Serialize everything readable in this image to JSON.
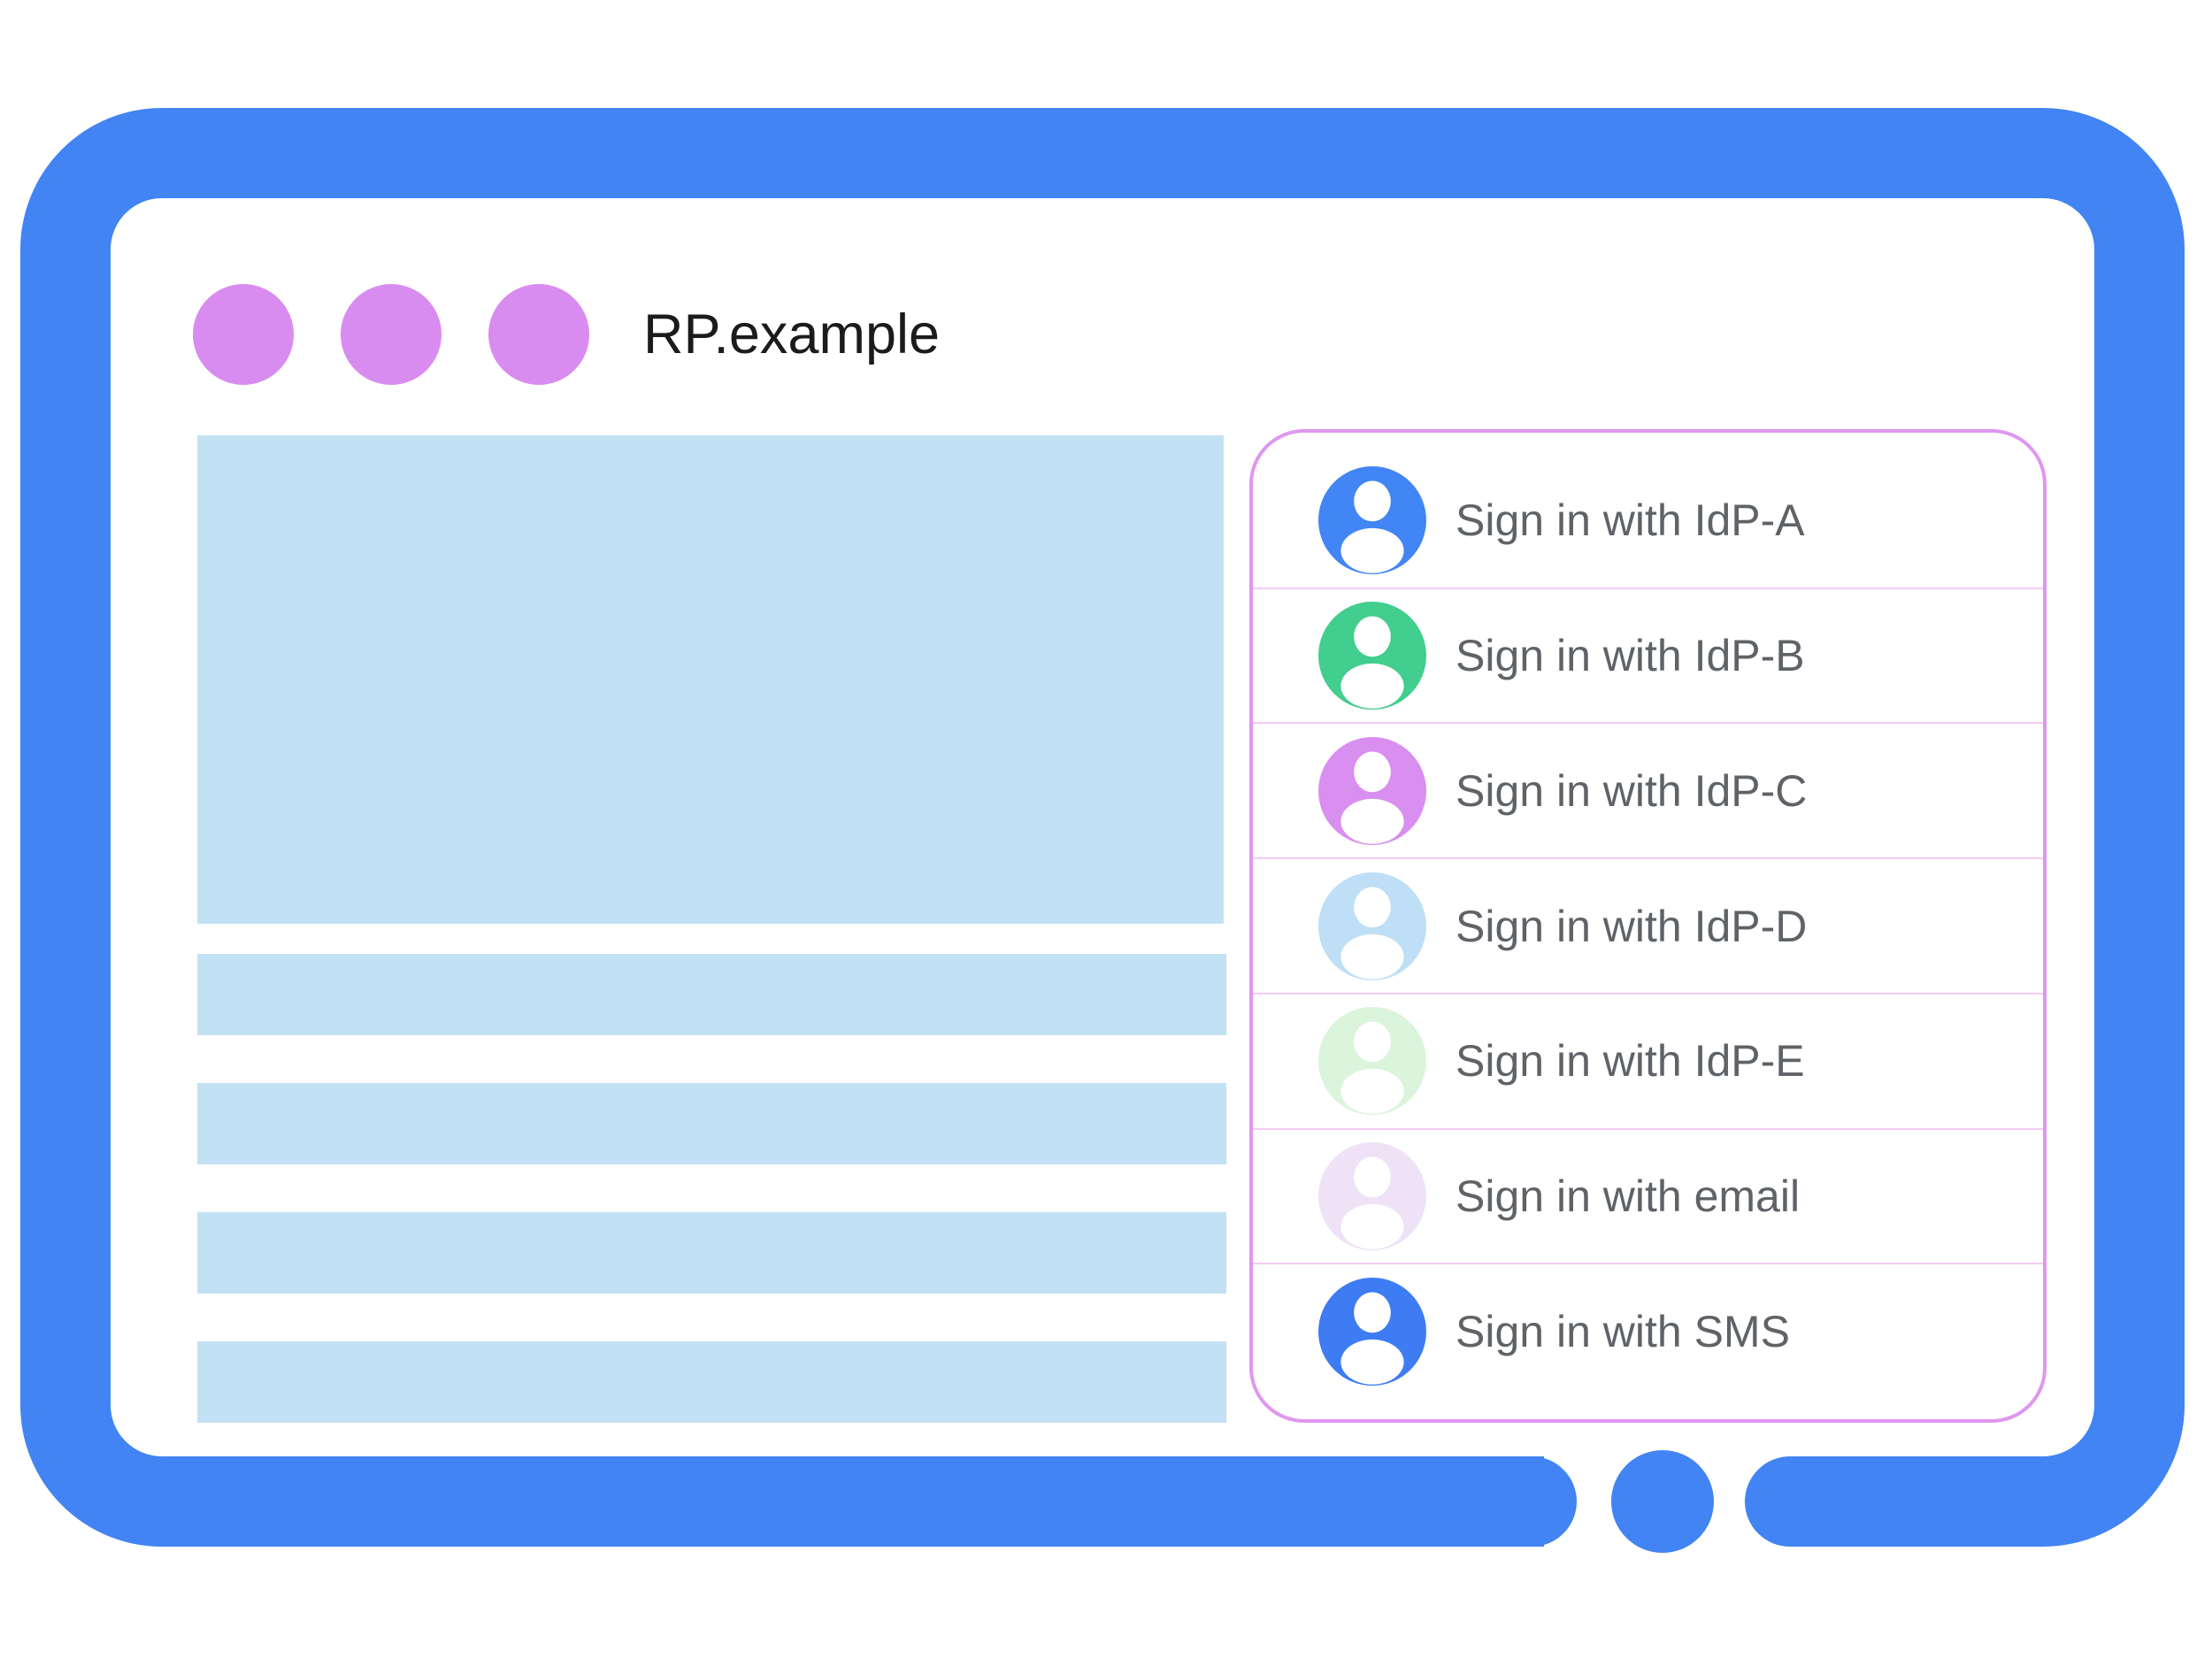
{
  "browser": {
    "title": "RP.example",
    "window_dot_count": 3
  },
  "signin_panel": {
    "items": [
      {
        "id": "idp-a",
        "label": "Sign in with IdP-A",
        "avatar_color": "#4285F4",
        "avatar_icon": "person-icon"
      },
      {
        "id": "idp-b",
        "label": "Sign in with IdP-B",
        "avatar_color": "#41CE8E",
        "avatar_icon": "person-icon"
      },
      {
        "id": "idp-c",
        "label": "Sign in with IdP-C",
        "avatar_color": "#D88FF0",
        "avatar_icon": "person-icon"
      },
      {
        "id": "idp-d",
        "label": "Sign in with IdP-D",
        "avatar_color": "#BEDFF5",
        "avatar_icon": "person-icon"
      },
      {
        "id": "idp-e",
        "label": "Sign in with IdP-E",
        "avatar_color": "#DBF4DC",
        "avatar_icon": "person-icon"
      },
      {
        "id": "email",
        "label": "Sign in with email",
        "avatar_color": "#EFE2F7",
        "avatar_icon": "person-icon"
      },
      {
        "id": "sms",
        "label": "Sign in with SMS",
        "avatar_color": "#3D7CF2",
        "avatar_icon": "person-icon"
      }
    ]
  },
  "content_placeholders": {
    "hero_block_count": 1,
    "text_bar_count": 4
  },
  "colors": {
    "frame_blue": "#4284F3",
    "window_dot_purple": "#D98CEF",
    "content_block_blue": "#C3E1F4",
    "panel_border": "#DF97F0",
    "panel_divider": "#F3CBF5",
    "item_text": "#5F6368",
    "title_text": "#1B1B1B"
  }
}
